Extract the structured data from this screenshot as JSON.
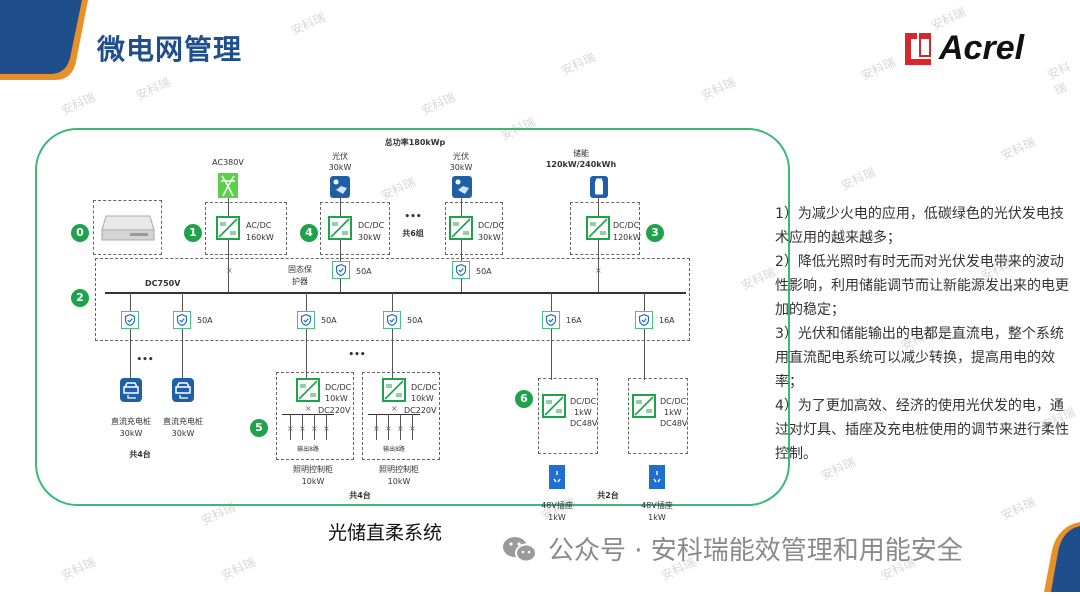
{
  "header": {
    "title": "微电网管理",
    "logo_text": "Acrel"
  },
  "diagram": {
    "total_power": "总功率180kWp",
    "grid": {
      "label": "AC380V",
      "converter": [
        "AC/DC",
        "160kW"
      ],
      "badge": "1"
    },
    "server_badge": "0",
    "pv1": {
      "label": [
        "光伏",
        "30kW"
      ],
      "converter": [
        "DC/DC",
        "30kW"
      ],
      "badge": "4",
      "breaker": "50A"
    },
    "pv_group": {
      "dots": "•••",
      "label": "共6组"
    },
    "pv2": {
      "label": [
        "光伏",
        "30kW"
      ],
      "converter": [
        "DC/DC",
        "30kW"
      ],
      "breaker": "50A"
    },
    "storage": {
      "label": [
        "储能",
        "120kW/240kWh"
      ],
      "converter": [
        "DC/DC",
        "120kW"
      ],
      "badge": "3"
    },
    "bus": {
      "label": "DC750V",
      "badge": "2",
      "protector": [
        "固态保",
        "护器"
      ]
    },
    "chargers": {
      "breakers": [
        "",
        "50A"
      ],
      "items": [
        [
          "直流充电桩",
          "30kW"
        ],
        [
          "直流充电桩",
          "30kW"
        ]
      ],
      "dots": "•••",
      "count": "共4台"
    },
    "lighting": {
      "breakers": [
        "50A",
        "50A"
      ],
      "badge": "5",
      "dots": "•••",
      "converter": [
        "DC/DC",
        "10kW",
        "DC220V"
      ],
      "outputs": "输出8路",
      "items": [
        [
          "照明控制柜",
          "10kW"
        ],
        [
          "照明控制柜",
          "10kW"
        ]
      ],
      "count": "共4台"
    },
    "sockets": {
      "breakers": [
        "16A",
        "16A"
      ],
      "badge": "6",
      "converter": [
        "DC/DC",
        "1kW",
        "DC48V"
      ],
      "items": [
        [
          "48V插座",
          "1kW"
        ],
        [
          "48V插座",
          "1kW"
        ]
      ],
      "count": "共2台"
    },
    "caption": "光储直柔系统"
  },
  "notes": [
    "1）为减少火电的应用，低碳绿色的光伏发电技术应用的越来越多；",
    "2）降低光照时有时无而对光伏发电带来的波动性影响，利用储能调节而让新能源发出来的电更加的稳定；",
    "3）光伏和储能输出的电都是直流电，整个系统用直流配电系统可以减少转换，提高用电的效率；",
    "4）为了更加高效、经济的使用光伏发的电，通过对灯具、插座及充电桩使用的调节来进行柔性控制。"
  ],
  "footer": {
    "wechat": "公众号 · 安科瑞能效管理和用能安全"
  },
  "watermark": "安科瑞",
  "colors": {
    "title": "#1f4e8c",
    "green": "#1fa34a",
    "frame": "#3cb878",
    "orange": "#e8902a",
    "logo_red": "#d9262c"
  }
}
